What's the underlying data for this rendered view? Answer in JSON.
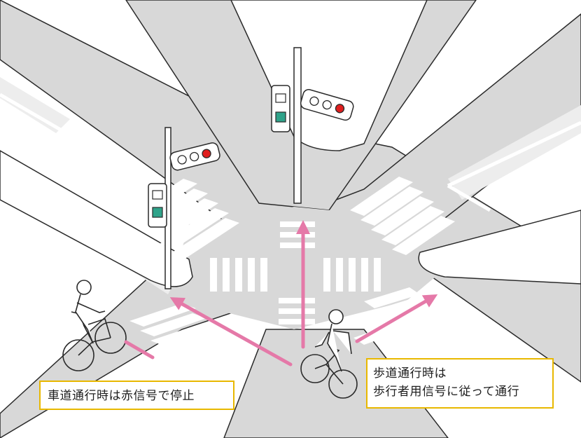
{
  "colors": {
    "road": "#d8d8d8",
    "shoulder": "#ededed",
    "sidewalk": "#ffffff",
    "outline": "#2a2a2a",
    "arrow": "#e579a8",
    "callout_border": "#e8b800",
    "signal_red": "#e01e1e",
    "signal_green": "#2fa38a"
  },
  "icons": [
    "traffic-light",
    "pedestrian-signal",
    "bicycle",
    "cyclist",
    "arrow"
  ],
  "callouts": {
    "roadway": "車道通行時は赤信号で停止",
    "sidewalk_line1": "歩道通行時は",
    "sidewalk_line2": "歩行者用信号に従って通行"
  }
}
